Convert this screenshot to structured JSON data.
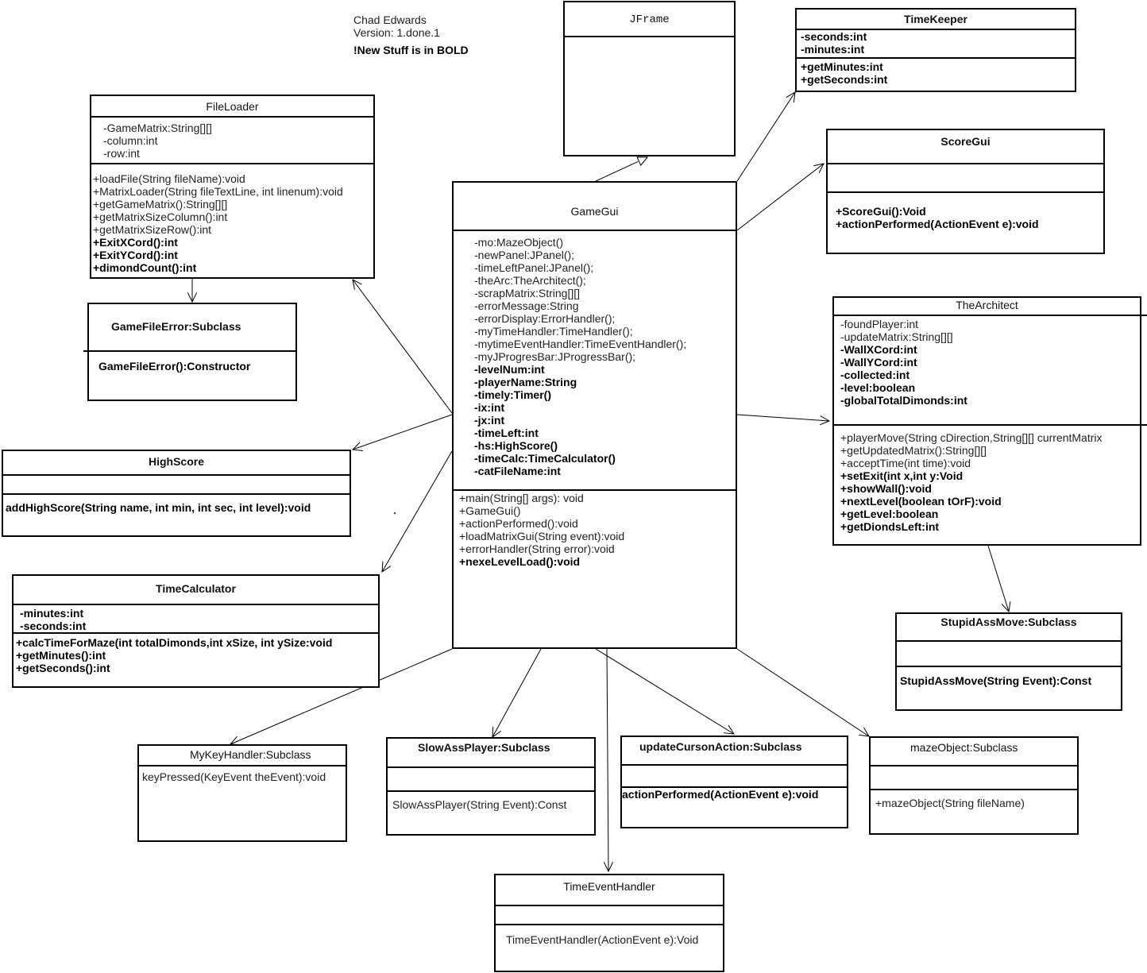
{
  "header": {
    "author": "Chad Edwards",
    "version": "Version: 1.done.1",
    "legend": "!New Stuff is in BOLD"
  },
  "classes": {
    "jframe": {
      "name": "JFrame",
      "name_bold": false,
      "attributes": [],
      "methods": []
    },
    "timekeeper": {
      "name": "TimeKeeper",
      "name_bold": true,
      "attributes": [
        {
          "text": "-seconds:int",
          "new": true
        },
        {
          "text": "-minutes:int",
          "new": true
        }
      ],
      "methods": [
        {
          "text": "+getMinutes:int",
          "new": true
        },
        {
          "text": "+getSeconds:int",
          "new": true
        }
      ]
    },
    "fileloader": {
      "name": "FileLoader",
      "name_bold": false,
      "attributes": [
        {
          "text": "-GameMatrix:String[][]",
          "new": false
        },
        {
          "text": "-column:int",
          "new": false
        },
        {
          "text": "-row:int",
          "new": false
        }
      ],
      "methods": [
        {
          "text": "+loadFile(String fileName):void",
          "new": false
        },
        {
          "text": "+MatrixLoader(String fileTextLine, int linenum):void",
          "new": false
        },
        {
          "text": "+getGameMatrix():String[][]",
          "new": false
        },
        {
          "text": "+getMatrixSizeColumn():int",
          "new": false
        },
        {
          "text": "+getMatrixSizeRow():int",
          "new": false
        },
        {
          "text": "+ExitXCord():int",
          "new": true
        },
        {
          "text": "+ExitYCord():int",
          "new": true
        },
        {
          "text": "+dimondCount():int",
          "new": true
        }
      ]
    },
    "gamefileerror": {
      "name": "GameFileError:Subclass",
      "name_bold": true,
      "attributes": [],
      "methods": [
        {
          "text": "GameFileError():Constructor",
          "new": true
        }
      ]
    },
    "scoregui": {
      "name": "ScoreGui",
      "name_bold": true,
      "attributes": [],
      "methods": [
        {
          "text": "+ScoreGui():Void",
          "new": true
        },
        {
          "text": "+actionPerformed(ActionEvent e):void",
          "new": true
        }
      ]
    },
    "gamegui": {
      "name": "GameGui",
      "name_bold": false,
      "attributes": [
        {
          "text": "-mo:MazeObject()",
          "new": false
        },
        {
          "text": "-newPanel:JPanel();",
          "new": false
        },
        {
          "text": "-timeLeftPanel:JPanel();",
          "new": false
        },
        {
          "text": "-theArc:TheArchitect();",
          "new": false
        },
        {
          "text": "-scrapMatrix:String[][]",
          "new": false
        },
        {
          "text": "-errorMessage:String",
          "new": false
        },
        {
          "text": "-errorDisplay:ErrorHandler();",
          "new": false
        },
        {
          "text": "-myTimeHandler:TimeHandler();",
          "new": false
        },
        {
          "text": "-mytimeEventHandler:TimeEventHandler();",
          "new": false
        },
        {
          "text": "-myJProgresBar:JProgressBar();",
          "new": false
        },
        {
          "text": "-levelNum:int",
          "new": true
        },
        {
          "text": "-playerName:String",
          "new": true
        },
        {
          "text": "-timely:Timer()",
          "new": true
        },
        {
          "text": "-ix:int",
          "new": true
        },
        {
          "text": "-jx:int",
          "new": true
        },
        {
          "text": "-timeLeft:int",
          "new": true
        },
        {
          "text": "-hs:HighScore()",
          "new": true
        },
        {
          "text": "-timeCalc:TimeCalculator()",
          "new": true
        },
        {
          "text": "-catFileName:int",
          "new": true
        }
      ],
      "methods": [
        {
          "text": "+main(String[] args): void",
          "new": false
        },
        {
          "text": "+GameGui()",
          "new": false
        },
        {
          "text": "+actionPerformed():void",
          "new": false
        },
        {
          "text": "+loadMatrixGui(String event):void",
          "new": false
        },
        {
          "text": "+errorHandler(String error):void",
          "new": false
        },
        {
          "text": " +nexeLevelLoad():void",
          "new": true
        }
      ]
    },
    "architect": {
      "name": "TheArchitect",
      "name_bold": false,
      "attributes": [
        {
          "text": "-foundPlayer:int",
          "new": false
        },
        {
          "text": "-updateMatrix:String[][]",
          "new": false
        },
        {
          "text": "-WallXCord:int",
          "new": true
        },
        {
          "text": "-WallYCord:int",
          "new": true
        },
        {
          "text": "-collected:int",
          "new": true
        },
        {
          "text": "-level:boolean",
          "new": true
        },
        {
          "text": "-globalTotalDimonds:int",
          "new": true
        }
      ],
      "methods": [
        {
          "text": "+playerMove(String cDirection,String[][] currentMatrix",
          "new": false
        },
        {
          "text": "+getUpdatedMatrix():String[][]",
          "new": false
        },
        {
          "text": "+acceptTime(int time):void",
          "new": false
        },
        {
          "text": "+setExit(int x,int y:Void",
          "new": true
        },
        {
          "text": "+showWall():void",
          "new": true
        },
        {
          "text": "+nextLevel(boolean tOrF):void",
          "new": true
        },
        {
          "text": "+getLevel:boolean",
          "new": true
        },
        {
          "text": "+getDiondsLeft:int",
          "new": true
        }
      ]
    },
    "highscore": {
      "name": "HighScore",
      "name_bold": true,
      "attributes": [],
      "methods": [
        {
          "text": "addHighScore(String name, int min, int sec, int level):void",
          "new": true
        }
      ]
    },
    "timecalculator": {
      "name": "TimeCalculator",
      "name_bold": true,
      "attributes": [
        {
          "text": "-minutes:int",
          "new": true
        },
        {
          "text": "-seconds:int",
          "new": true
        }
      ],
      "methods": [
        {
          "text": "+calcTimeForMaze(int totalDimonds,int xSize, int ySize:void",
          "new": true
        },
        {
          "text": "+getMinutes():int",
          "new": true
        },
        {
          "text": "+getSeconds():int",
          "new": true
        }
      ]
    },
    "stupidassmove": {
      "name": "StupidAssMove:Subclass",
      "name_bold": true,
      "attributes": [],
      "methods": [
        {
          "text": "StupidAssMove(String Event):Const",
          "new": true
        }
      ]
    },
    "mykeyhandler": {
      "name": "MyKeyHandler:Subclass",
      "name_bold": false,
      "attributes": [],
      "methods": [
        {
          "text": "keyPressed(KeyEvent theEvent):void",
          "new": false
        }
      ]
    },
    "slowassplayer": {
      "name": "SlowAssPlayer:Subclass",
      "name_bold": true,
      "attributes": [],
      "methods": [
        {
          "text": "SlowAssPlayer(String Event):Const",
          "new": false
        }
      ]
    },
    "updatecursonaction": {
      "name": "updateCursonAction:Subclass",
      "name_bold": true,
      "attributes": [],
      "methods": [
        {
          "text": "actionPerformed(ActionEvent e):void",
          "new": true
        }
      ]
    },
    "mazeobject": {
      "name": "mazeObject:Subclass",
      "name_bold": false,
      "attributes": [],
      "methods": [
        {
          "text": "+mazeObject(String fileName)",
          "new": false
        }
      ]
    },
    "timeeventhandler": {
      "name": "TimeEventHandler",
      "name_bold": false,
      "attributes": [],
      "methods": [
        {
          "text": "TimeEventHandler(ActionEvent e):Void",
          "new": false
        }
      ]
    }
  },
  "relationships": [
    {
      "from": "gamegui",
      "to": "jframe",
      "type": "inheritance"
    },
    {
      "from": "gamegui",
      "to": "timekeeper",
      "type": "association"
    },
    {
      "from": "gamegui",
      "to": "scoregui",
      "type": "association"
    },
    {
      "from": "gamegui",
      "to": "fileloader",
      "type": "association"
    },
    {
      "from": "gamegui",
      "to": "architect",
      "type": "association"
    },
    {
      "from": "gamegui",
      "to": "highscore",
      "type": "association"
    },
    {
      "from": "gamegui",
      "to": "timecalculator",
      "type": "association"
    },
    {
      "from": "gamegui",
      "to": "mykeyhandler",
      "type": "association"
    },
    {
      "from": "gamegui",
      "to": "slowassplayer",
      "type": "association"
    },
    {
      "from": "gamegui",
      "to": "updatecursonaction",
      "type": "association"
    },
    {
      "from": "gamegui",
      "to": "timeeventhandler",
      "type": "association"
    },
    {
      "from": "gamegui",
      "to": "mazeobject",
      "type": "association"
    },
    {
      "from": "architect",
      "to": "stupidassmove",
      "type": "association"
    },
    {
      "from": "fileloader",
      "to": "gamefileerror",
      "type": "association"
    }
  ]
}
